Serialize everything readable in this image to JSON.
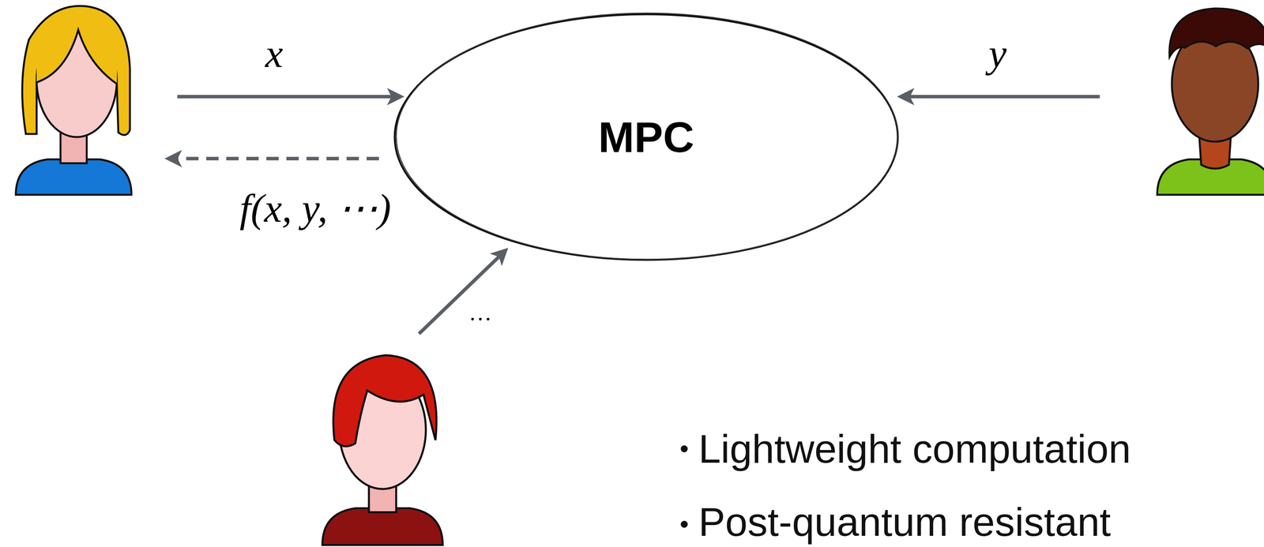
{
  "diagram": {
    "nodes": [
      {
        "text": [
          "MPC"
        ]
      }
    ],
    "labels": [
      "x",
      "f(x, y, ⋯)",
      "y",
      "…",
      "Lightweight computation",
      "Post-quantum resistant"
    ]
  }
}
